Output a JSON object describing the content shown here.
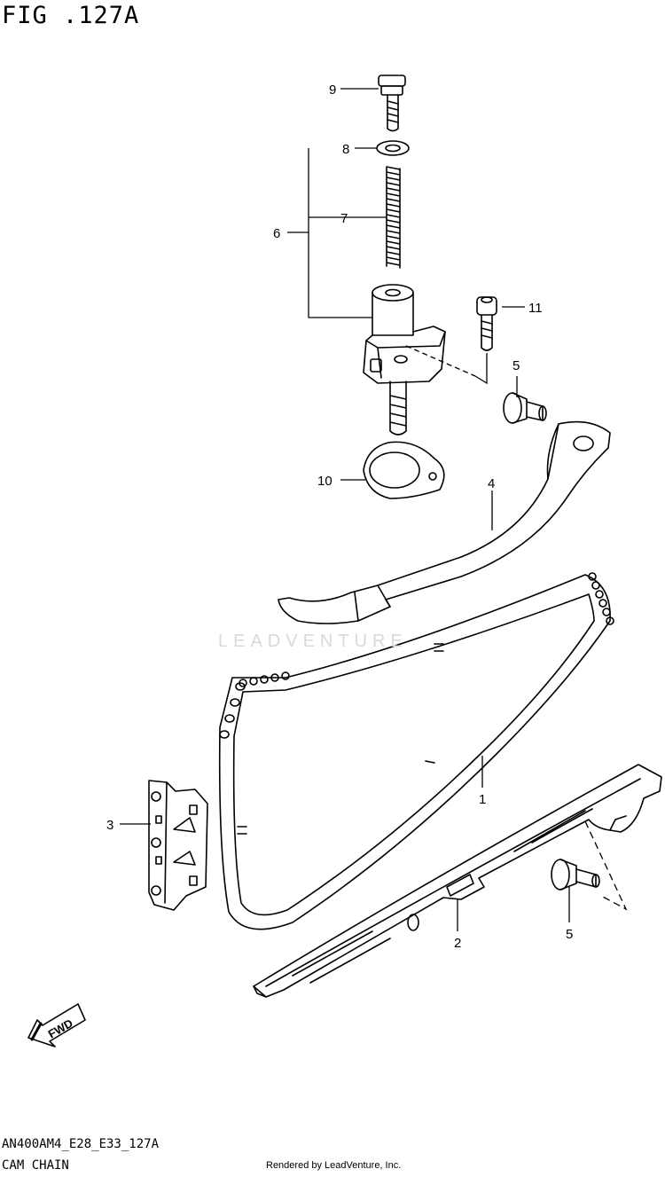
{
  "figure": {
    "title": "FIG .127A",
    "model_code": "AN400AM4_E28_E33_127A",
    "caption": "CAM CHAIN",
    "rendered_by": "Rendered by LeadVenture, Inc.",
    "watermark": "LEADVENTURE"
  },
  "callouts": [
    "9",
    "8",
    "7",
    "6",
    "11",
    "5",
    "10",
    "4",
    "1",
    "3",
    "2",
    "5"
  ],
  "fwd_arrow": {
    "label": "FWD",
    "icon": "fwd-arrow-icon"
  },
  "colors": {
    "line": "#000000",
    "watermark": "#d9d9d9"
  }
}
